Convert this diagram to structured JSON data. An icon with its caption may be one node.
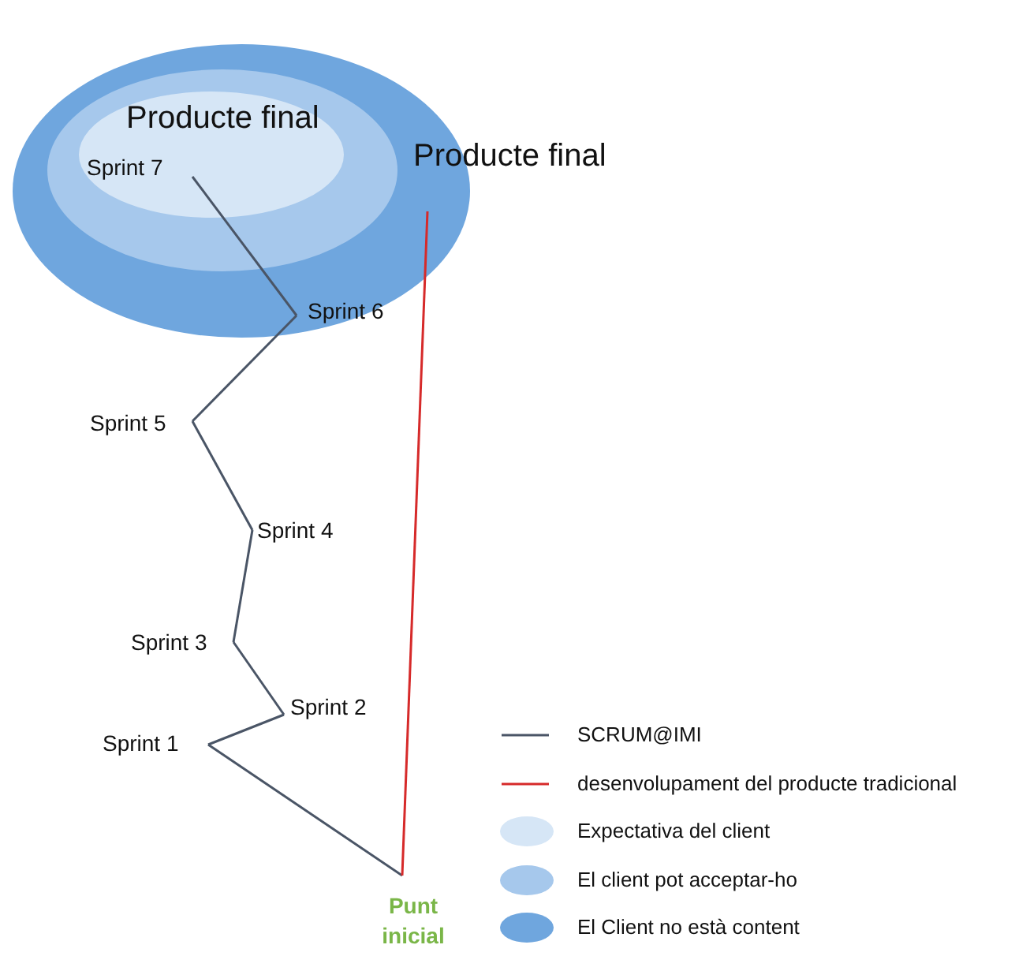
{
  "diagram": {
    "nodes": [
      {
        "text": [
          "Producte final"
        ]
      },
      {
        "text": [],
        "shape": "ellipse",
        "in": 0
      },
      {
        "text": [
          "Producte final"
        ],
        "in": 1
      },
      {
        "text": [
          "Sprint 7"
        ],
        "in": 2
      },
      {
        "text": [
          "Sprint 6"
        ],
        "in": 0
      },
      {
        "text": [
          "Sprint 5"
        ]
      },
      {
        "text": [
          "Sprint 4"
        ]
      },
      {
        "text": [
          "Sprint 3"
        ]
      },
      {
        "text": [
          "Sprint 2"
        ]
      },
      {
        "text": [
          "Sprint 1"
        ]
      },
      {
        "text": [
          "Punt inicial"
        ]
      }
    ],
    "edges": [
      {
        "from": 10,
        "to": 9,
        "arrow": "none"
      },
      {
        "from": 9,
        "to": 8,
        "arrow": "none"
      },
      {
        "from": 8,
        "to": 7,
        "arrow": "none"
      },
      {
        "from": 7,
        "to": 6,
        "arrow": "none"
      },
      {
        "from": 6,
        "to": 5,
        "arrow": "none"
      },
      {
        "from": 5,
        "to": 4,
        "arrow": "none"
      },
      {
        "from": 4,
        "to": 3,
        "arrow": "none"
      },
      {
        "from": 10,
        "to": 0,
        "arrow": "none",
        "color": "#d62a2a"
      }
    ],
    "legend": [
      {
        "text": "SCRUM@IMI"
      },
      {
        "text": "desenvolupament del producte tradicional"
      },
      {
        "text": "Expectativa del client",
        "color": "#d6e6f6"
      },
      {
        "text": "El client pot acceptar-ho",
        "color": "#a6c8ec"
      },
      {
        "text": "El Client no està content",
        "color": "#6fa6de"
      }
    ]
  }
}
